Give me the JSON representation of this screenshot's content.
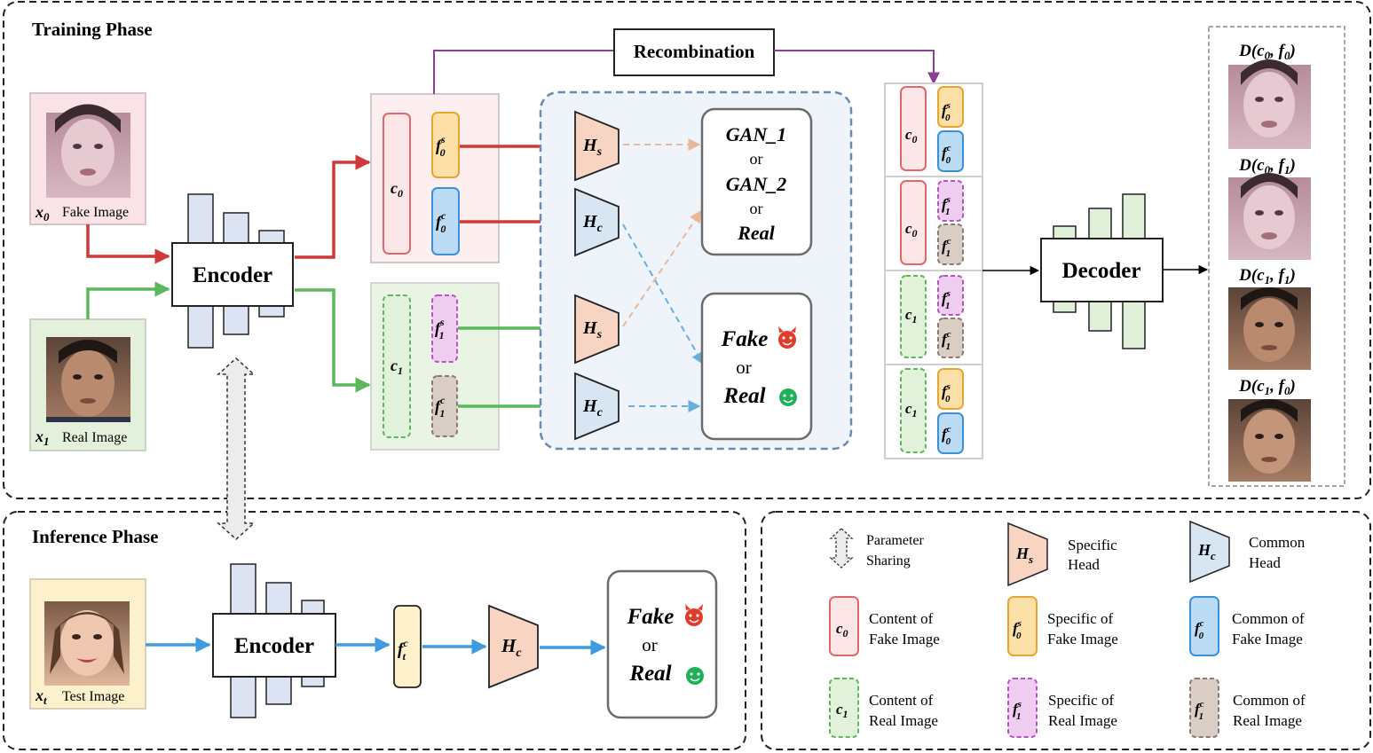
{
  "training": {
    "title": "Training Phase",
    "fake_input": {
      "var": "x",
      "sub": "0",
      "label": "Fake Image"
    },
    "real_input": {
      "var": "x",
      "sub": "1",
      "label": "Real Image"
    },
    "encoder": "Encoder",
    "decoder": "Decoder",
    "recombination": "Recombination",
    "content0": {
      "var": "c",
      "sub": "0"
    },
    "content1": {
      "var": "c",
      "sub": "1"
    },
    "f0s": {
      "var": "f",
      "sup": "s",
      "sub": "0"
    },
    "f0c": {
      "var": "f",
      "sup": "c",
      "sub": "0"
    },
    "f1s": {
      "var": "f",
      "sup": "s",
      "sub": "1"
    },
    "f1c": {
      "var": "f",
      "sup": "c",
      "sub": "1"
    },
    "hs": {
      "var": "H",
      "sub": "s"
    },
    "hc": {
      "var": "H",
      "sub": "c"
    },
    "gan_box": {
      "l1": "GAN_1",
      "or1": "or",
      "l2": "GAN_2",
      "or2": "or",
      "l3": "Real"
    },
    "fake_real_box": {
      "fake": "Fake",
      "or": "or",
      "real": "Real"
    },
    "outputs": [
      {
        "label_fn": "D",
        "a": "c",
        "a_sub": "0",
        "b": "f",
        "b_sub": "0"
      },
      {
        "label_fn": "D",
        "a": "c",
        "a_sub": "0",
        "b": "f",
        "b_sub": "1"
      },
      {
        "label_fn": "D",
        "a": "c",
        "a_sub": "1",
        "b": "f",
        "b_sub": "1"
      },
      {
        "label_fn": "D",
        "a": "c",
        "a_sub": "1",
        "b": "f",
        "b_sub": "0"
      }
    ]
  },
  "inference": {
    "title": "Inference Phase",
    "test_input": {
      "var": "x",
      "sub": "t",
      "label": "Test Image"
    },
    "encoder": "Encoder",
    "ftc": {
      "var": "f",
      "sup": "c",
      "sub": "t"
    },
    "hc": {
      "var": "H",
      "sub": "c"
    },
    "fake_real_box": {
      "fake": "Fake",
      "or": "or",
      "real": "Real"
    }
  },
  "legend": {
    "param": {
      "l1": "Parameter",
      "l2": "Sharing"
    },
    "hs": {
      "l1": "Specific",
      "l2": "Head"
    },
    "hc": {
      "l1": "Common",
      "l2": "Head"
    },
    "c0": {
      "l1": "Content of",
      "l2": "Fake Image"
    },
    "f0s": {
      "l1": "Specific of",
      "l2": "Fake Image"
    },
    "f0c": {
      "l1": "Common of",
      "l2": "Fake Image"
    },
    "c1": {
      "l1": "Content of",
      "l2": "Real Image"
    },
    "f1s": {
      "l1": "Specific of",
      "l2": "Real Image"
    },
    "f1c": {
      "l1": "Common of",
      "l2": "Real Image"
    }
  },
  "colors": {
    "fake_arrow": "#d0393a",
    "real_arrow": "#5cb85c",
    "test_arrow": "#3f9ae0",
    "recomb_arrow": "#8e3d98",
    "content_fake_border": "#e0686a",
    "content_fake_fill": "#fde6e8",
    "specific_fake_border": "#e8a530",
    "specific_fake_fill": "#fde0a8",
    "common_fake_border": "#3b8fdc",
    "common_fake_fill": "#bcdcf6",
    "content_real_border": "#5fb75b",
    "content_real_fill": "#e2f2da",
    "specific_real_border": "#b653c2",
    "specific_real_fill": "#efcdf0",
    "common_real_border": "#8a7a72",
    "common_real_fill": "#d9cdc6",
    "head_specific_fill": "#f7d5c2",
    "head_common_fill": "#d8e6f3",
    "encoder_bar_fill": "#dce4f3",
    "decoder_bar_fill": "#e0f0d9",
    "fake_emoji": "#e33b2a",
    "real_emoji": "#1fb05a"
  }
}
